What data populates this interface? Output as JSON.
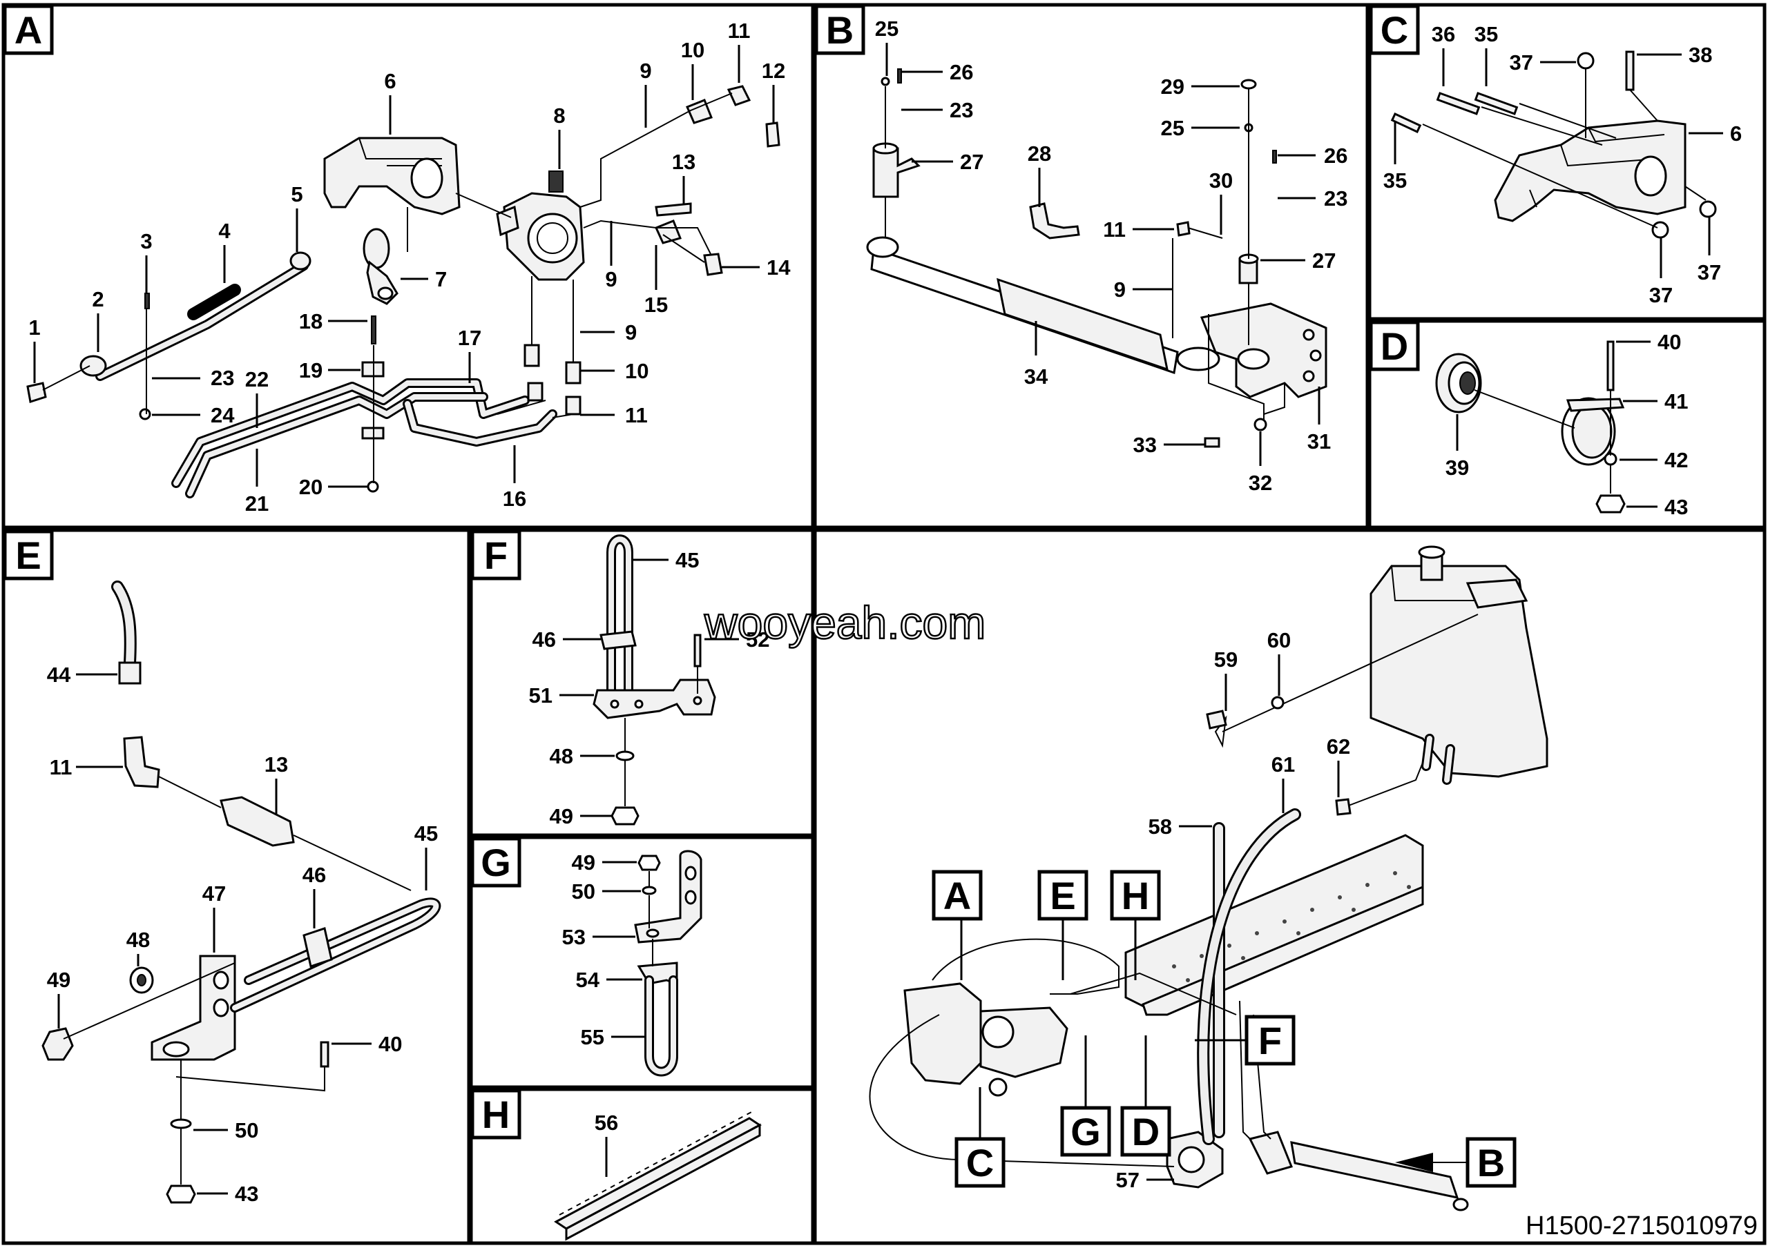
{
  "panels": [
    "A",
    "B",
    "C",
    "D",
    "E",
    "F",
    "G",
    "H"
  ],
  "overview_labels": [
    "A",
    "B",
    "C",
    "D",
    "E",
    "F",
    "G",
    "H"
  ],
  "callouts": {
    "A": [
      "1",
      "2",
      "3",
      "4",
      "5",
      "6",
      "7",
      "8",
      "9",
      "10",
      "11",
      "12",
      "13",
      "14",
      "9",
      "15",
      "17",
      "18",
      "19",
      "20",
      "21",
      "22",
      "23",
      "24",
      "16",
      "9",
      "10",
      "11"
    ],
    "B": [
      "25",
      "26",
      "23",
      "27",
      "28",
      "29",
      "25",
      "30",
      "26",
      "23",
      "11",
      "27",
      "9",
      "34",
      "33",
      "32",
      "31"
    ],
    "C": [
      "36",
      "35",
      "37",
      "38",
      "35",
      "6",
      "37",
      "37"
    ],
    "D": [
      "40",
      "41",
      "39",
      "42",
      "43"
    ],
    "E": [
      "44",
      "11",
      "13",
      "45",
      "47",
      "46",
      "48",
      "49",
      "40",
      "50",
      "43"
    ],
    "F": [
      "45",
      "46",
      "52",
      "51",
      "48",
      "49"
    ],
    "G": [
      "49",
      "50",
      "53",
      "54",
      "55"
    ],
    "H": [
      "56"
    ],
    "overview": [
      "59",
      "60",
      "62",
      "61",
      "58",
      "57"
    ]
  },
  "watermark": "wooyeah.com",
  "diagram_code": "H1500-2715010979"
}
